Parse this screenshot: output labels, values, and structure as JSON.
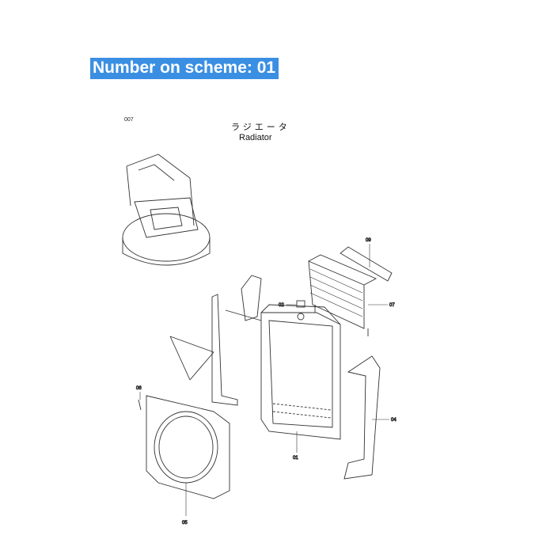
{
  "header": {
    "scheme_label": "Number on scheme: 01",
    "highlight_color": "#3b8fe3"
  },
  "diagram": {
    "page_code": "007",
    "title_jp": "ラジエータ",
    "title_en": "Radiator",
    "callouts": {
      "p01": "01",
      "p02": "02",
      "p04": "04",
      "p05": "05",
      "p06": "06",
      "p07": "07",
      "p09": "09"
    }
  }
}
